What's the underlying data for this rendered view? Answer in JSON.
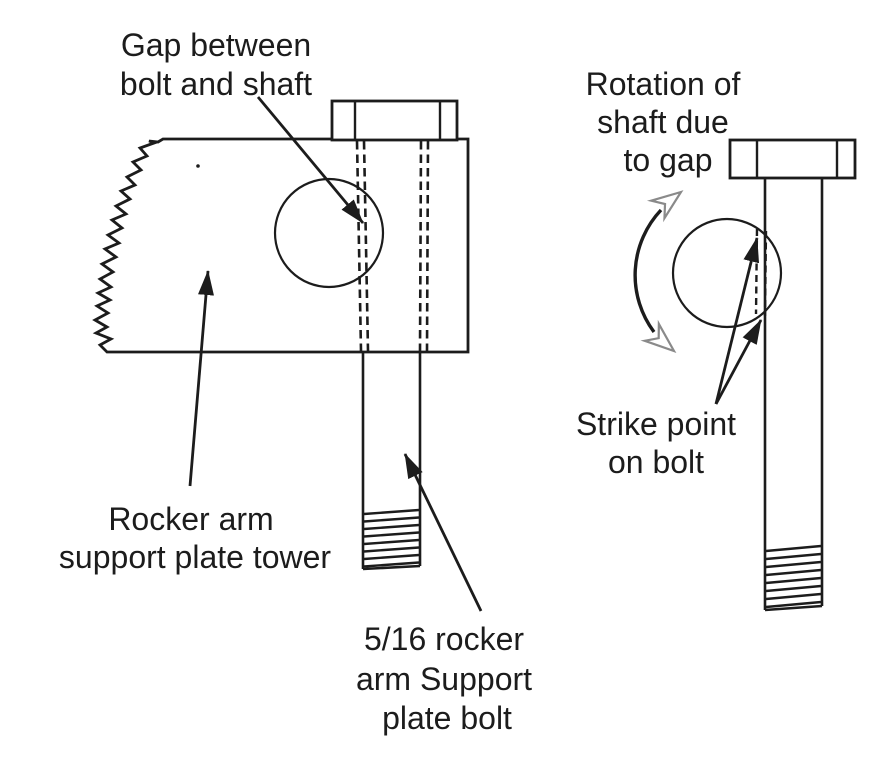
{
  "labels": {
    "gap_between": {
      "lines": [
        "Gap between",
        "bolt and shaft"
      ]
    },
    "rotation": {
      "lines": [
        "Rotation of",
        "shaft due",
        "to gap"
      ]
    },
    "tower": {
      "lines": [
        "Rocker arm",
        "support plate tower"
      ]
    },
    "bolt_516": {
      "lines": [
        "5/16 rocker",
        "arm Support",
        "plate bolt"
      ]
    },
    "strike": {
      "lines": [
        "Strike point",
        "on bolt"
      ]
    }
  },
  "colors": {
    "ink": "#1c1c1c",
    "background": "#ffffff",
    "rotation_arrow_stroke": "#8a8a8a",
    "rotation_arrow_fill": "#ffffff"
  }
}
